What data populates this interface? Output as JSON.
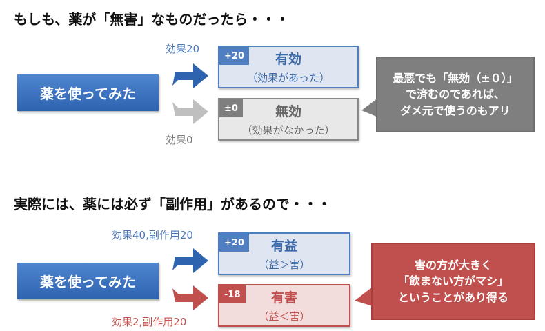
{
  "section1": {
    "heading": "もしも、薬が「無害」なものだったら・・・",
    "action_label": "薬を使ってみた",
    "caption_top": "効果20",
    "caption_bottom": "効果0",
    "outcome_top": {
      "badge": "+20",
      "title": "有効",
      "sub": "（効果があった）"
    },
    "outcome_bottom": {
      "badge": "±0",
      "title": "無効",
      "sub": "（効果がなかった）"
    },
    "callout_lines": [
      "最悪でも「無効（±０）」",
      "で済むのであれば、",
      "ダメ元で使うのもアリ"
    ]
  },
  "section2": {
    "heading": "実際には、薬には必ず「副作用」があるので・・・",
    "action_label": "薬を使ってみた",
    "caption_top": "効果40,副作用20",
    "caption_bottom": "効果2,副作用20",
    "outcome_top": {
      "badge": "+20",
      "title": "有益",
      "sub": "（益＞害）"
    },
    "outcome_bottom": {
      "badge": "-18",
      "title": "有害",
      "sub": "（益＜害）"
    },
    "callout_lines": [
      "害の方が大きく",
      "「飲まない方がマシ」",
      "ということがあり得る"
    ]
  },
  "colors": {
    "blue": "#2e63b0",
    "gray": "#7f7f7f",
    "red": "#c0504d"
  }
}
